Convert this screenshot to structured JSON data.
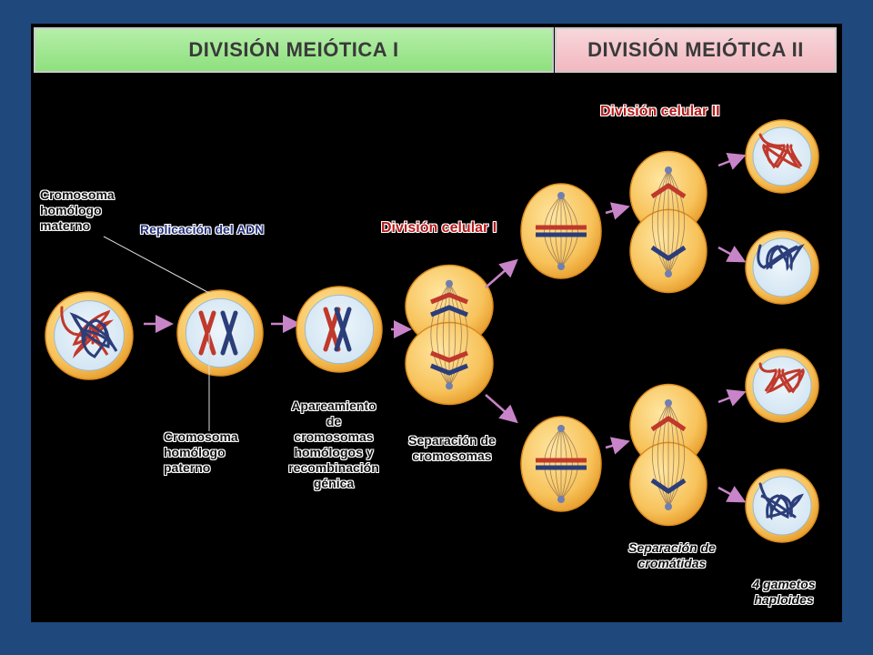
{
  "headers": {
    "meiosis1": "DIVISIÓN MEIÓTICA I",
    "meiosis2": "DIVISIÓN MEIÓTICA II"
  },
  "titles": {
    "replication": "Replicación del ADN",
    "cell_division_1": "División celular I",
    "cell_division_2": "División celular II"
  },
  "labels": {
    "maternal": [
      "Cromosoma",
      "homólogo",
      "materno"
    ],
    "paternal": [
      "Cromosoma",
      "homólogo",
      "paterno"
    ],
    "pairing": [
      "Apareamiento",
      "de",
      "cromosomas",
      "homólogos y",
      "recombinación",
      "génica"
    ],
    "chromosome_separation": [
      "Separación de",
      "cromosomas"
    ],
    "chromatid_separation": [
      "Separación de",
      "cromátidas"
    ],
    "gametes": [
      "4 gametos",
      "haploides"
    ]
  },
  "colors": {
    "background": "#1f497d",
    "panel": "#000000",
    "cell_fill": "#f7c25a",
    "nucleus": "#cfe3f2",
    "maternal_chromosome": "#c0392b",
    "paternal_chromosome": "#2c3e7a",
    "arrow": "#c884c8"
  }
}
